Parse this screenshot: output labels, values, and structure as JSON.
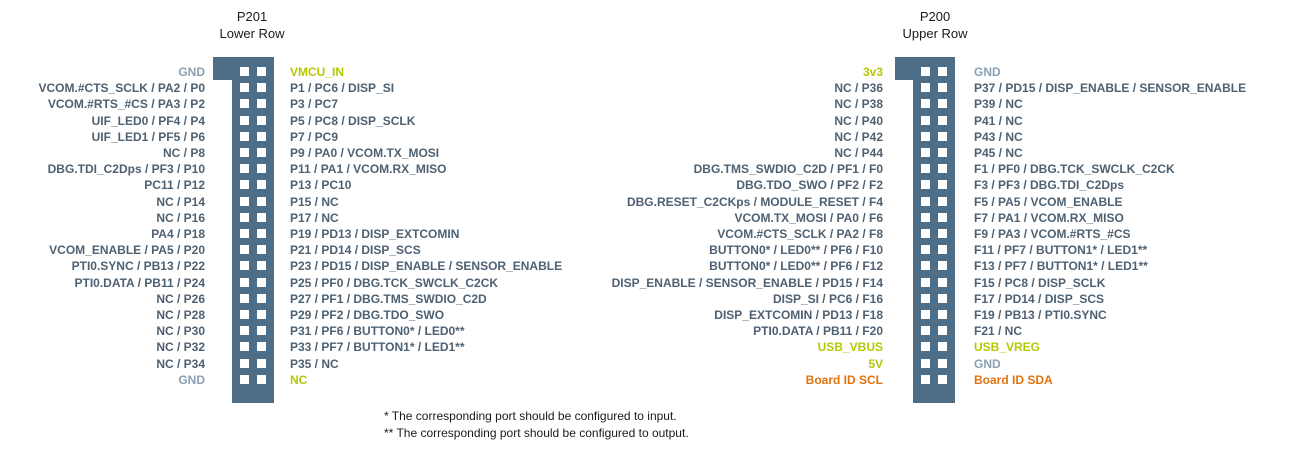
{
  "p201": {
    "title": "P201",
    "subtitle": "Lower Row",
    "left": [
      {
        "text": "GND",
        "color": "gnd"
      },
      {
        "text": "VCOM.#CTS_SCLK / PA2 / P0",
        "color": "sig"
      },
      {
        "text": "VCOM.#RTS_#CS / PA3 / P2",
        "color": "sig"
      },
      {
        "text": "UIF_LED0 / PF4 / P4",
        "color": "sig"
      },
      {
        "text": "UIF_LED1 / PF5 / P6",
        "color": "sig"
      },
      {
        "text": "NC / P8",
        "color": "sig"
      },
      {
        "text": "DBG.TDI_C2Dps / PF3 / P10",
        "color": "sig"
      },
      {
        "text": "PC11 / P12",
        "color": "sig"
      },
      {
        "text": "NC / P14",
        "color": "sig"
      },
      {
        "text": "NC / P16",
        "color": "sig"
      },
      {
        "text": "PA4 / P18",
        "color": "sig"
      },
      {
        "text": "VCOM_ENABLE / PA5 / P20",
        "color": "sig"
      },
      {
        "text": "PTI0.SYNC / PB13 / P22",
        "color": "sig"
      },
      {
        "text": "PTI0.DATA / PB11 / P24",
        "color": "sig"
      },
      {
        "text": "NC / P26",
        "color": "sig"
      },
      {
        "text": "NC / P28",
        "color": "sig"
      },
      {
        "text": "NC / P30",
        "color": "sig"
      },
      {
        "text": "NC / P32",
        "color": "sig"
      },
      {
        "text": "NC / P34",
        "color": "sig"
      },
      {
        "text": "GND",
        "color": "gnd"
      }
    ],
    "right": [
      {
        "text": "VMCU_IN",
        "color": "pwr"
      },
      {
        "text": "P1 / PC6 / DISP_SI",
        "color": "sig"
      },
      {
        "text": "P3 / PC7",
        "color": "sig"
      },
      {
        "text": "P5 / PC8 / DISP_SCLK",
        "color": "sig"
      },
      {
        "text": "P7 / PC9",
        "color": "sig"
      },
      {
        "text": "P9 / PA0 / VCOM.TX_MOSI",
        "color": "sig"
      },
      {
        "text": "P11 / PA1 / VCOM.RX_MISO",
        "color": "sig"
      },
      {
        "text": "P13 / PC10",
        "color": "sig"
      },
      {
        "text": "P15 / NC",
        "color": "sig"
      },
      {
        "text": "P17 / NC",
        "color": "sig"
      },
      {
        "text": "P19 / PD13 / DISP_EXTCOMIN",
        "color": "sig"
      },
      {
        "text": "P21 / PD14 / DISP_SCS",
        "color": "sig"
      },
      {
        "text": "P23 / PD15 / DISP_ENABLE / SENSOR_ENABLE",
        "color": "sig"
      },
      {
        "text": "P25 / PF0 / DBG.TCK_SWCLK_C2CK",
        "color": "sig"
      },
      {
        "text": "P27 / PF1 / DBG.TMS_SWDIO_C2D",
        "color": "sig"
      },
      {
        "text": "P29 / PF2 / DBG.TDO_SWO",
        "color": "sig"
      },
      {
        "text": "P31 / PF6 / BUTTON0* / LED0**",
        "color": "sig"
      },
      {
        "text": "P33 / PF7 / BUTTON1* / LED1**",
        "color": "sig"
      },
      {
        "text": "P35 / NC",
        "color": "sig"
      },
      {
        "text": "NC",
        "color": "pwr"
      }
    ]
  },
  "p200": {
    "title": "P200",
    "subtitle": "Upper Row",
    "left": [
      {
        "text": "3v3",
        "color": "pwr"
      },
      {
        "text": "NC / P36",
        "color": "sig"
      },
      {
        "text": "NC / P38",
        "color": "sig"
      },
      {
        "text": "NC / P40",
        "color": "sig"
      },
      {
        "text": "NC / P42",
        "color": "sig"
      },
      {
        "text": "NC / P44",
        "color": "sig"
      },
      {
        "text": "DBG.TMS_SWDIO_C2D / PF1 / F0",
        "color": "sig"
      },
      {
        "text": "DBG.TDO_SWO / PF2 / F2",
        "color": "sig"
      },
      {
        "text": "DBG.RESET_C2CKps / MODULE_RESET / F4",
        "color": "sig"
      },
      {
        "text": "VCOM.TX_MOSI / PA0 / F6",
        "color": "sig"
      },
      {
        "text": "VCOM.#CTS_SCLK / PA2 / F8",
        "color": "sig"
      },
      {
        "text": "BUTTON0* / LED0** / PF6 / F10",
        "color": "sig"
      },
      {
        "text": "BUTTON0* / LED0** / PF6 / F12",
        "color": "sig"
      },
      {
        "text": "DISP_ENABLE / SENSOR_ENABLE / PD15 / F14",
        "color": "sig"
      },
      {
        "text": "DISP_SI / PC6 / F16",
        "color": "sig"
      },
      {
        "text": "DISP_EXTCOMIN / PD13 / F18",
        "color": "sig"
      },
      {
        "text": "PTI0.DATA / PB11 / F20",
        "color": "sig"
      },
      {
        "text": "USB_VBUS",
        "color": "pwr"
      },
      {
        "text": "5V",
        "color": "pwr"
      },
      {
        "text": "Board ID SCL",
        "color": "id"
      }
    ],
    "right": [
      {
        "text": "GND",
        "color": "gnd"
      },
      {
        "text": "P37 / PD15 / DISP_ENABLE / SENSOR_ENABLE",
        "color": "sig"
      },
      {
        "text": "P39 / NC",
        "color": "sig"
      },
      {
        "text": "P41 / NC",
        "color": "sig"
      },
      {
        "text": "P43 / NC",
        "color": "sig"
      },
      {
        "text": "P45 / NC",
        "color": "sig"
      },
      {
        "text": "F1 / PF0 / DBG.TCK_SWCLK_C2CK",
        "color": "sig"
      },
      {
        "text": "F3 / PF3 / DBG.TDI_C2Dps",
        "color": "sig"
      },
      {
        "text": "F5 / PA5 / VCOM_ENABLE",
        "color": "sig"
      },
      {
        "text": "F7 / PA1 / VCOM.RX_MISO",
        "color": "sig"
      },
      {
        "text": "F9 / PA3 / VCOM.#RTS_#CS",
        "color": "sig"
      },
      {
        "text": "F11 / PF7 / BUTTON1* / LED1**",
        "color": "sig"
      },
      {
        "text": "F13 / PF7 / BUTTON1* / LED1**",
        "color": "sig"
      },
      {
        "text": "F15 / PC8 / DISP_SCLK",
        "color": "sig"
      },
      {
        "text": "F17 / PD14 / DISP_SCS",
        "color": "sig"
      },
      {
        "text": "F19 / PB13 / PTI0.SYNC",
        "color": "sig"
      },
      {
        "text": "F21 / NC",
        "color": "sig"
      },
      {
        "text": "USB_VREG",
        "color": "pwr"
      },
      {
        "text": "GND",
        "color": "gnd"
      },
      {
        "text": "Board ID SDA",
        "color": "id"
      }
    ]
  },
  "notes": {
    "input": "*   The corresponding port should be configured to input.",
    "output": "** The corresponding port should be configured to output."
  },
  "colors": {
    "header": "#4e6d86",
    "sig": "#4e6172",
    "gnd": "#8aa0b4",
    "pwr": "#b5c800",
    "id": "#e0720f"
  }
}
